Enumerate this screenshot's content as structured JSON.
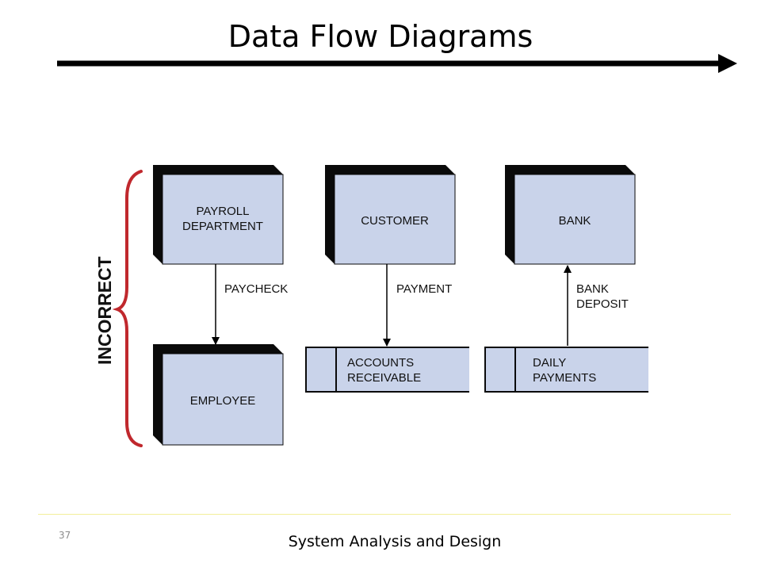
{
  "slide": {
    "title": "Data Flow Diagrams",
    "number": "37",
    "footer": "System Analysis and Design"
  },
  "diagram": {
    "side_label": "INCORRECT",
    "entities": {
      "payroll": [
        "PAYROLL",
        "DEPARTMENT"
      ],
      "customer": [
        "CUSTOMER"
      ],
      "bank": [
        "BANK"
      ],
      "employee": [
        "EMPLOYEE"
      ]
    },
    "stores": {
      "accounts_receivable": [
        "ACCOUNTS",
        "RECEIVABLE"
      ],
      "daily_payments": [
        "DAILY",
        "PAYMENTS"
      ]
    },
    "flows": {
      "paycheck": [
        "PAYCHECK"
      ],
      "payment": [
        "PAYMENT"
      ],
      "bank_deposit": [
        "BANK",
        "DEPOSIT"
      ]
    }
  },
  "colors": {
    "box_fill": "#c9d3ea",
    "box_shadow": "#0a0a0a",
    "brace": "#c0282d",
    "arrow": "#000000",
    "footer_line": "#f2ef9a"
  }
}
